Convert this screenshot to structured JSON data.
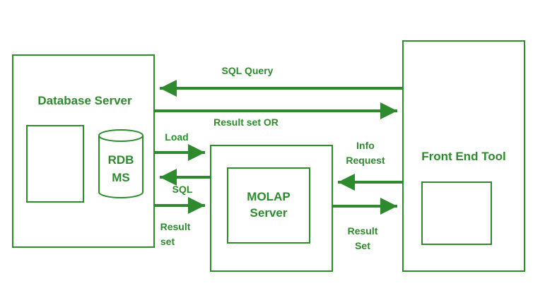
{
  "nodes": {
    "database_server": "Database Server",
    "rdbms_line1": "RDB",
    "rdbms_line2": "MS",
    "molap_line1": "MOLAP",
    "molap_line2": "Server",
    "front_end_tool": "Front End Tool"
  },
  "edges": {
    "sql_query": "SQL Query",
    "result_set_or": "Result set OR",
    "load": "Load",
    "sql": "SQL",
    "result_set_db_line1": "Result",
    "result_set_db_line2": "set",
    "info_request_line1": "Info",
    "info_request_line2": "Request",
    "result_set_fe_line1": "Result",
    "result_set_fe_line2": "Set"
  },
  "colors": {
    "accent": "#2d8a2d",
    "background": "#ffffff"
  }
}
